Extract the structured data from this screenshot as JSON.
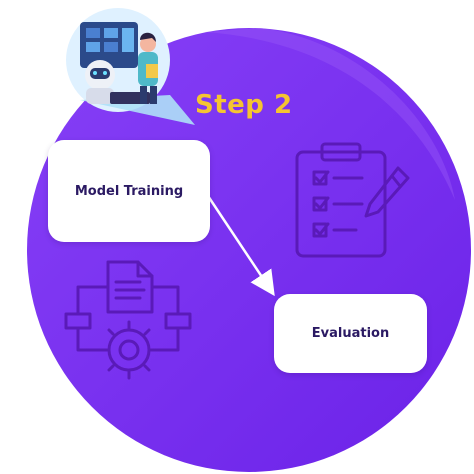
{
  "step_label": "Step 2",
  "nodes": {
    "training": "Model Training",
    "evaluation": "Evaluation"
  },
  "colors": {
    "circle": "#7a32f0",
    "circle_light": "#8b47f5",
    "icon_stroke": "#5a1ab8",
    "step_label": "#f5c431",
    "card_text": "#2b1a63",
    "arrow": "#ffffff"
  },
  "icons": {
    "top": "ai-robot-illustration-icon",
    "clipboard": "clipboard-checklist-icon",
    "workflow": "document-gear-workflow-icon"
  }
}
